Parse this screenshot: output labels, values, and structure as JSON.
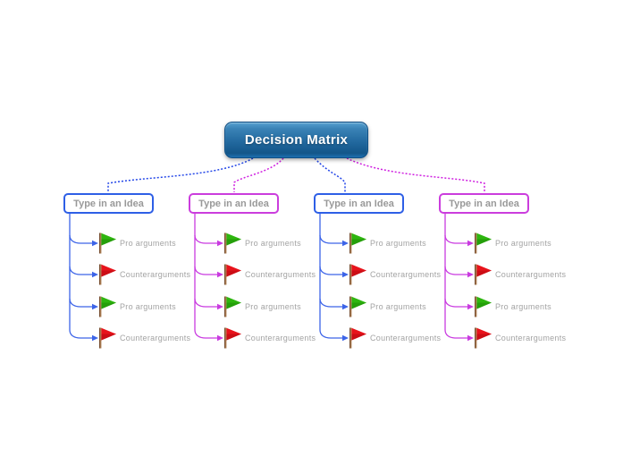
{
  "canvas": {
    "background": "#ffffff"
  },
  "root_node": {
    "label": "Decision Matrix",
    "text_color": "#ffffff",
    "gradient_top": "#56a0d0",
    "gradient_bottom": "#135689"
  },
  "colors": {
    "blue_branch": "#3c64e8",
    "magenta_branch": "#c93be0",
    "blue_node_border": "#2e5fe6",
    "magenta_node_border": "#cb3ddd",
    "green_flag": "#2eb60f",
    "red_flag": "#e8131b",
    "flag_pole": "#a97c52",
    "node_text": "#999999",
    "leaf_text": "#a3a3a3"
  },
  "branches": [
    {
      "label": "Type in an Idea",
      "accent": "#2e5fe6",
      "children": [
        {
          "label": "Pro arguments",
          "flag": "green"
        },
        {
          "label": "Counterarguments",
          "flag": "red"
        },
        {
          "label": "Pro arguments",
          "flag": "green"
        },
        {
          "label": "Counterarguments",
          "flag": "red"
        }
      ]
    },
    {
      "label": "Type in an Idea",
      "accent": "#cb3ddd",
      "children": [
        {
          "label": "Pro arguments",
          "flag": "green"
        },
        {
          "label": "Counterarguments",
          "flag": "red"
        },
        {
          "label": "Pro arguments",
          "flag": "green"
        },
        {
          "label": "Counterarguments",
          "flag": "red"
        }
      ]
    },
    {
      "label": "Type in an Idea",
      "accent": "#2e5fe6",
      "children": [
        {
          "label": "Pro arguments",
          "flag": "green"
        },
        {
          "label": "Counterarguments",
          "flag": "red"
        },
        {
          "label": "Pro arguments",
          "flag": "green"
        },
        {
          "label": "Counterarguments",
          "flag": "red"
        }
      ]
    },
    {
      "label": "Type in an Idea",
      "accent": "#cb3ddd",
      "children": [
        {
          "label": "Pro arguments",
          "flag": "green"
        },
        {
          "label": "Counterarguments",
          "flag": "red"
        },
        {
          "label": "Pro arguments",
          "flag": "green"
        },
        {
          "label": "Counterarguments",
          "flag": "red"
        }
      ]
    }
  ]
}
